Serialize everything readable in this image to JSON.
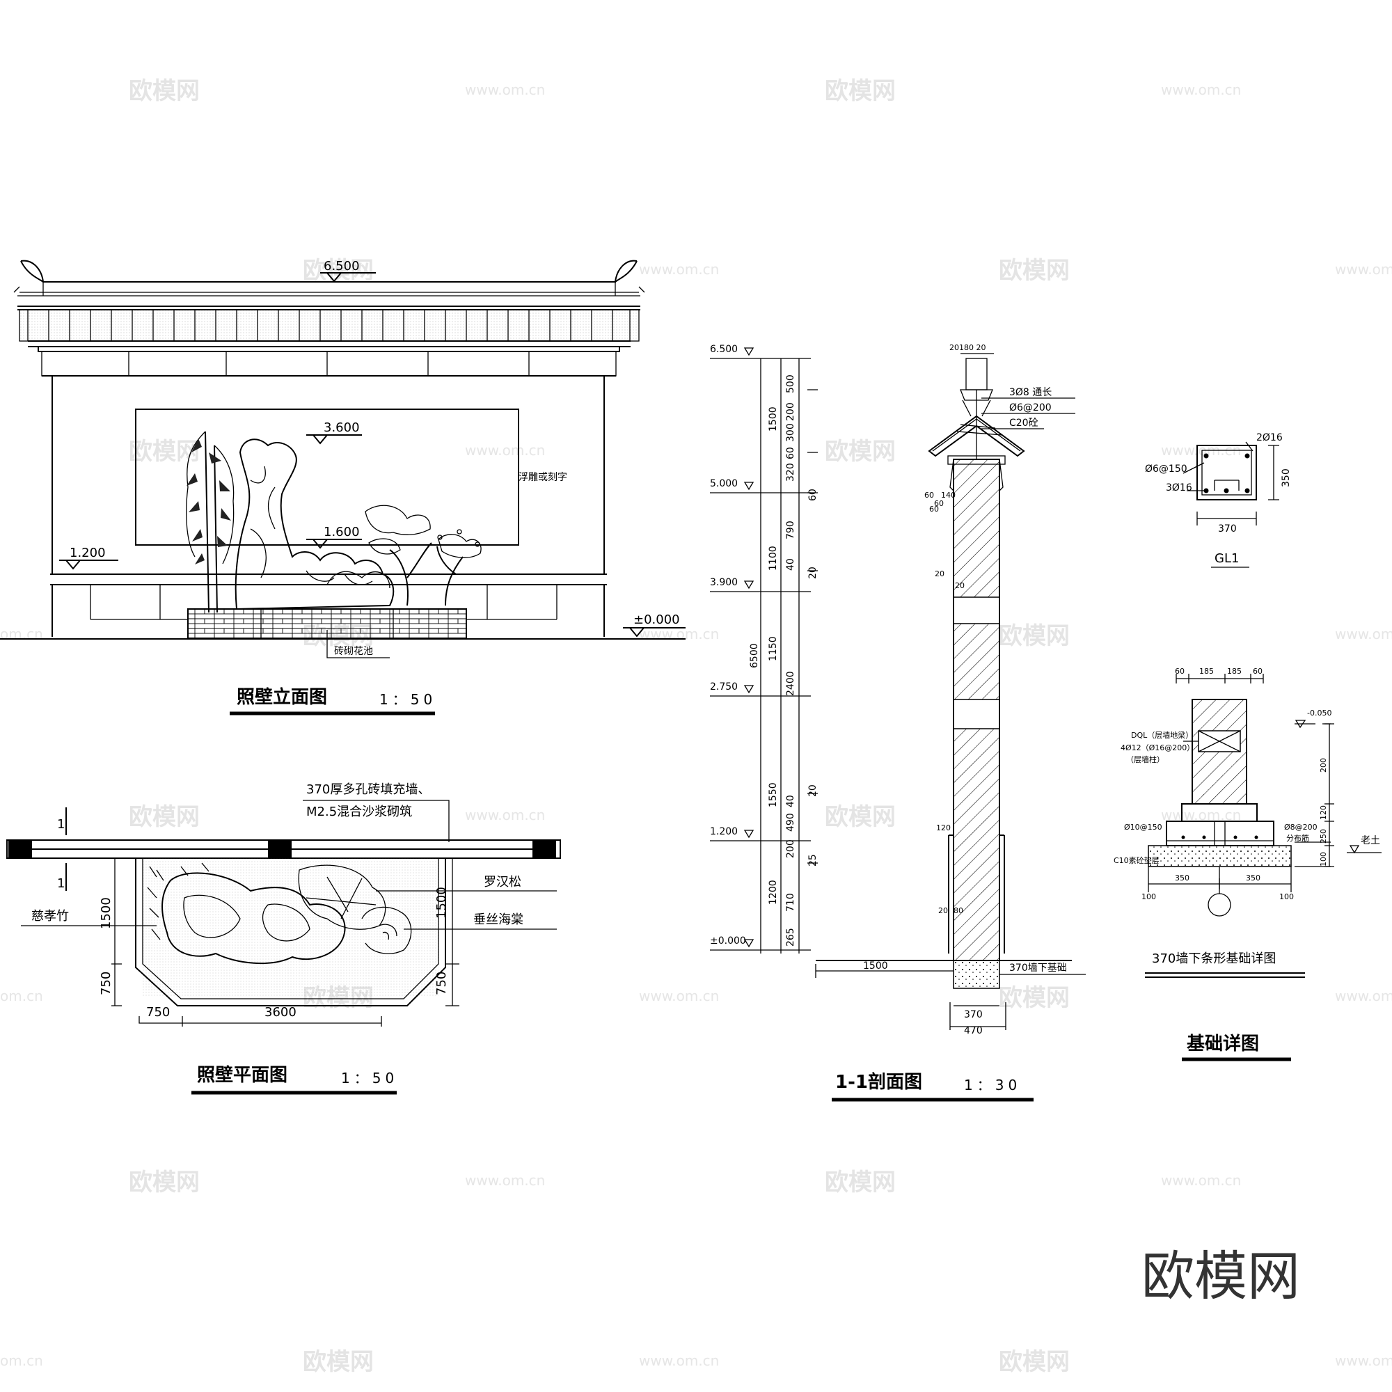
{
  "watermark": {
    "brand": "欧模网",
    "url": "www.om.cn",
    "url_partial": "om.cn",
    "logo": "欧模网"
  },
  "elevation": {
    "title": "照壁立面图",
    "scale": "1：50",
    "levels": [
      "6.500",
      "3.600",
      "1.600",
      "1.200",
      "±0.000"
    ],
    "notes": {
      "relief": "浮雕或刻字",
      "planter": "砖砌花池"
    }
  },
  "plan": {
    "title": "照壁平面图",
    "scale": "1：50",
    "wall_note_1": "370厚多孔砖填充墙、",
    "wall_note_2": "M2.5混合沙浆砌筑",
    "section_mark": "1",
    "plants": {
      "luohan": "罗汉松",
      "chuisi": "垂丝海棠",
      "cixiao": "慈孝竹"
    },
    "dims": {
      "d1500a": "1500",
      "d750a": "750",
      "d1500b": "1500",
      "d750b": "750",
      "d750c": "750",
      "d3600": "3600"
    }
  },
  "section": {
    "title": "1-1剖面图",
    "scale": "1：30",
    "levels": [
      "6.500",
      "5.000",
      "3.900",
      "2.750",
      "1.200",
      "±0.000"
    ],
    "dims_outer": [
      "1500",
      "1100",
      "6500",
      "1550",
      "1200"
    ],
    "dims_mid": [
      "1150",
      "2400"
    ],
    "dims_inner": [
      "500",
      "200",
      "300",
      "60",
      "320",
      "60",
      "790",
      "40",
      "20",
      "20",
      "40",
      "490",
      "200",
      "25",
      "710",
      "265"
    ],
    "top_dim": "20180 20",
    "rebar": [
      "3Ø8 通长",
      "Ø6@200",
      "C20砼"
    ],
    "marks": [
      "60",
      "140",
      "60",
      "60",
      "20",
      "20",
      "120",
      "20",
      "80"
    ],
    "ground_dim": "1500",
    "foundation_note": "370墙下基础",
    "bottom_dims": [
      "370",
      "470"
    ]
  },
  "gl1": {
    "title": "GL1",
    "top": "2Ø16",
    "stirrup": "Ø6@150",
    "bottom": "3Ø16",
    "width": "370",
    "height": "350"
  },
  "foundation": {
    "caption": "370墙下条形基础详图",
    "title": "基础详图",
    "top_dims": [
      "60",
      "185",
      "185",
      "60"
    ],
    "level": "-0.050",
    "dql_1": "DQL（层墙地梁）",
    "dql_2": "4Ø12（Ø16@200）",
    "dql_3": "（层墙柱）",
    "rebar_l": "Ø10@150",
    "rebar_r": "Ø8@200",
    "rebar_r2": "分布筋",
    "cushion": "C10素砼垫层",
    "soil": "老土",
    "right_dims": [
      "200",
      "120",
      "250",
      "100"
    ],
    "bottom_dims": [
      "350",
      "350"
    ],
    "edge_dims": [
      "100",
      "100"
    ]
  }
}
